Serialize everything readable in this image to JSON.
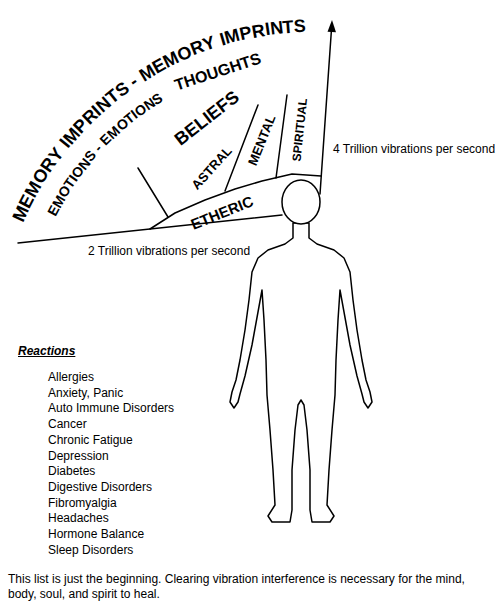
{
  "diagram": {
    "caption": "This list is just the beginning. Clearing vibration interference is necessary for the mind, body, soul, and spirit to heal.",
    "labels": [
      "MEMORY IMPRINTS - MEMORY IMPRINTS",
      "EMOTIONS - EMOTIONS",
      "THOUGHTS",
      "BELIEFS",
      "SPIRITUAL",
      "MENTAL",
      "ASTRAL",
      "ETHERIC",
      "4 Trillion vibrations per second",
      "2 Trillion vibrations per second",
      "Reactions",
      "Allergies",
      "Anxiety, Panic",
      "Auto Immune Disorders",
      "Cancer",
      "Chronic Fatigue",
      "Depression",
      "Diabetes",
      "Digestive Disorders",
      "Fibromyalgia",
      "Headaches",
      "Hormone Balance",
      "Sleep Disorders"
    ]
  }
}
